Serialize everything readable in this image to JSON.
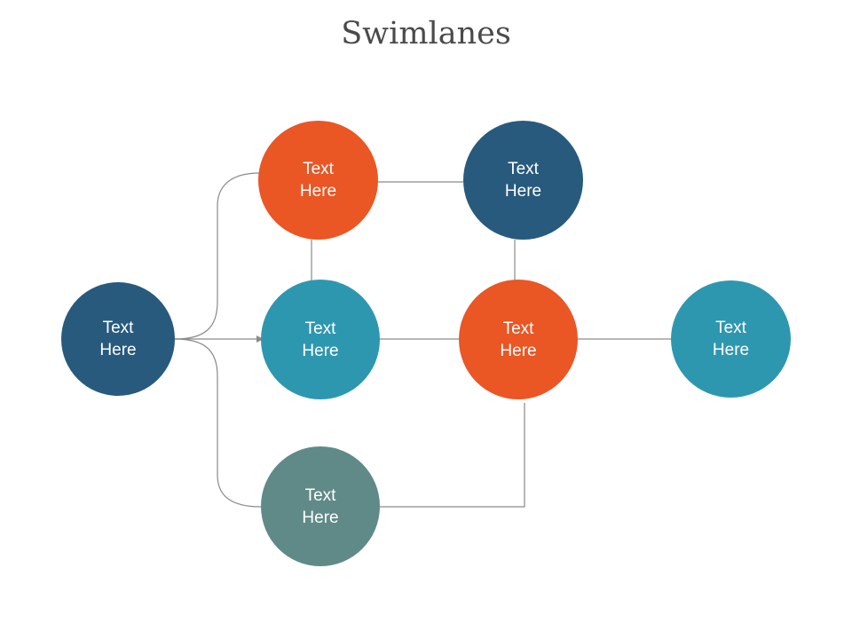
{
  "title": "Swimlanes",
  "colors": {
    "dark_blue": "#285a7d",
    "orange": "#ea5624",
    "teal": "#2e97b0",
    "gray_teal": "#608a87",
    "connector": "#8a8a8a"
  },
  "nodes": [
    {
      "id": "start",
      "label": "Text\nHere",
      "color": "dark_blue"
    },
    {
      "id": "lane1-step1",
      "label": "Text\nHere",
      "color": "orange"
    },
    {
      "id": "lane1-step2",
      "label": "Text\nHere",
      "color": "dark_blue"
    },
    {
      "id": "lane2-step1",
      "label": "Text\nHere",
      "color": "teal"
    },
    {
      "id": "lane2-step2",
      "label": "Text\nHere",
      "color": "orange"
    },
    {
      "id": "lane2-step3",
      "label": "Text\nHere",
      "color": "teal"
    },
    {
      "id": "lane3-step1",
      "label": "Text\nHere",
      "color": "gray_teal"
    }
  ],
  "edges": [
    {
      "from": "start",
      "to": "lane1-step1"
    },
    {
      "from": "start",
      "to": "lane2-step1",
      "arrow": true
    },
    {
      "from": "start",
      "to": "lane3-step1"
    },
    {
      "from": "lane1-step1",
      "to": "lane1-step2"
    },
    {
      "from": "lane1-step1",
      "to": "lane2-step1"
    },
    {
      "from": "lane1-step2",
      "to": "lane2-step2"
    },
    {
      "from": "lane2-step1",
      "to": "lane2-step2"
    },
    {
      "from": "lane2-step2",
      "to": "lane2-step3"
    },
    {
      "from": "lane3-step1",
      "to": "lane2-step2"
    }
  ]
}
